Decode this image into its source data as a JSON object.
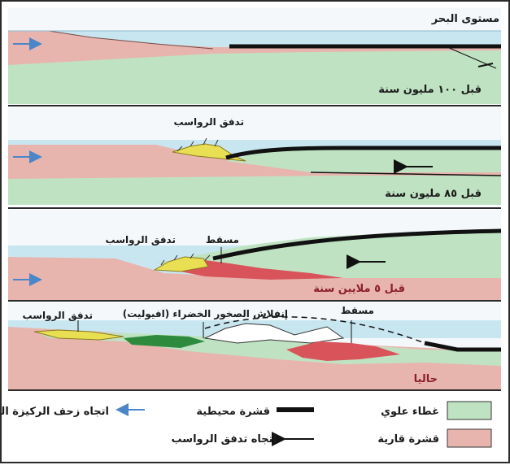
{
  "panels": [
    {
      "time_label": "قبل ١٠٠ مليون سنة",
      "top_label": "مستوى البحر"
    },
    {
      "time_label": "قبل ٨٥ مليون سنة",
      "sediment_label": "تدفق الرواسب"
    },
    {
      "time_label": "قبل ٥ ملايين سنة",
      "sediment_label": "تدفق الرواسب",
      "basin_label": "مسقط"
    },
    {
      "time_label": "حاليا",
      "sediment_label": "تدفق الرواسب",
      "ophiolite_label": "إنفلاش الصخور الخضراء (افيوليت)",
      "basin_label": "مسقط"
    }
  ],
  "legend": {
    "upper_cover": "غطاء علوي",
    "continental_crust": "قشرة قارية",
    "oceanic_crust": "قشرة محيطية",
    "arabian_plate_drift": "اتجاه زحف الركيزة العربية",
    "sediment_flow_direction": "اتجاه تدفق الرواسب"
  },
  "colors": {
    "sea": "#c8e6f0",
    "upper_cover": "#bfe3c2",
    "continental_crust": "#e8b5ae",
    "oceanic_crust": "#111111",
    "sediment": "#e8e052",
    "basin": "#d9535a",
    "ophiolite": "#2e8b3e",
    "drift_arrow": "#4a86c8"
  }
}
